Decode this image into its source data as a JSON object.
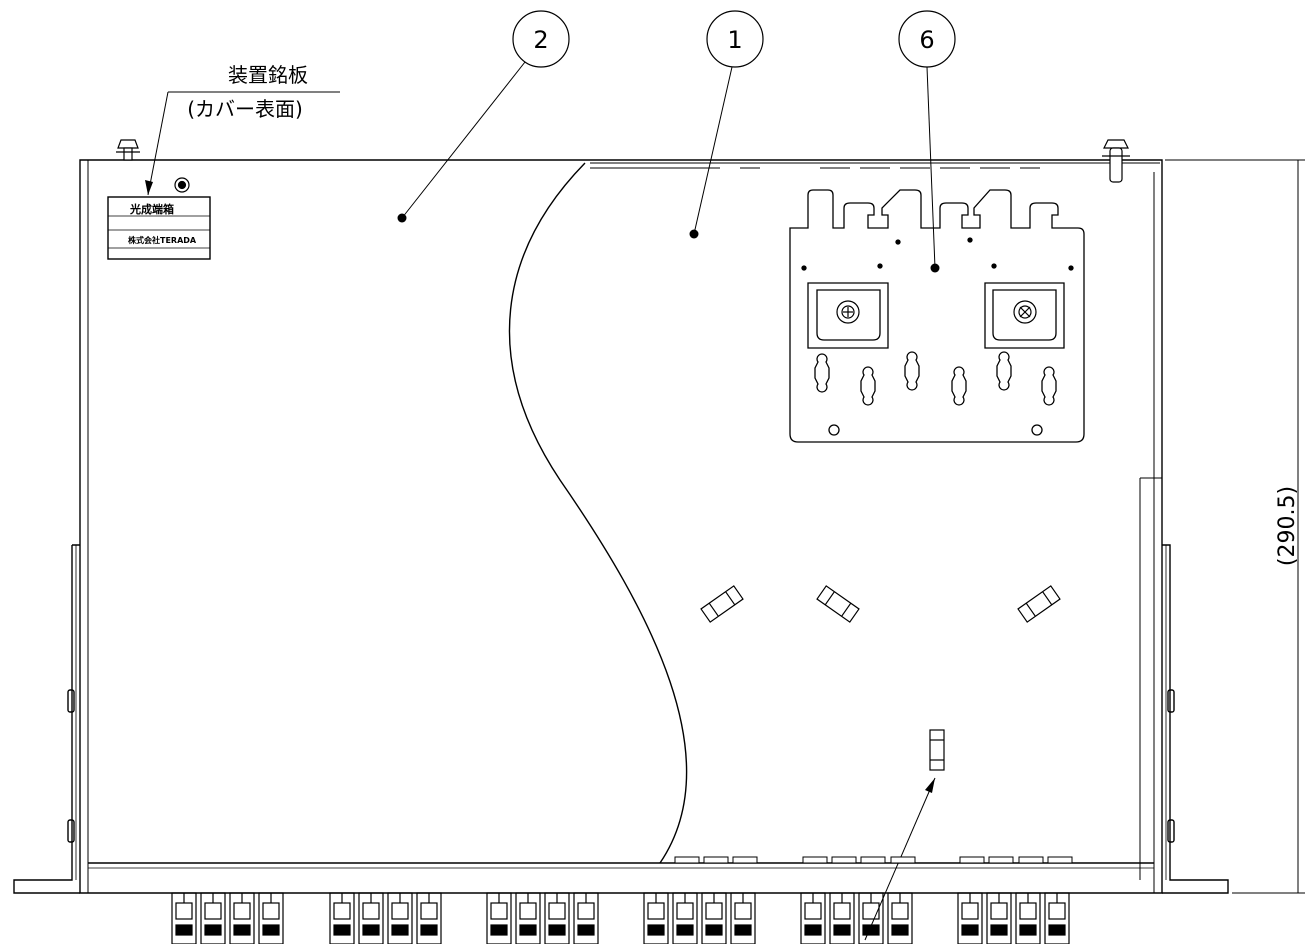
{
  "callouts": [
    {
      "id": "callout-2",
      "number": "2"
    },
    {
      "id": "callout-1",
      "number": "1"
    },
    {
      "id": "callout-6",
      "number": "6"
    }
  ],
  "nameplate": {
    "label_line1": "装置銘板",
    "label_line2": "(カバー表面)",
    "plate_title": "光成端箱",
    "plate_maker": "株式会社TERADA"
  },
  "dimension": {
    "value_text": "(290.5)"
  }
}
